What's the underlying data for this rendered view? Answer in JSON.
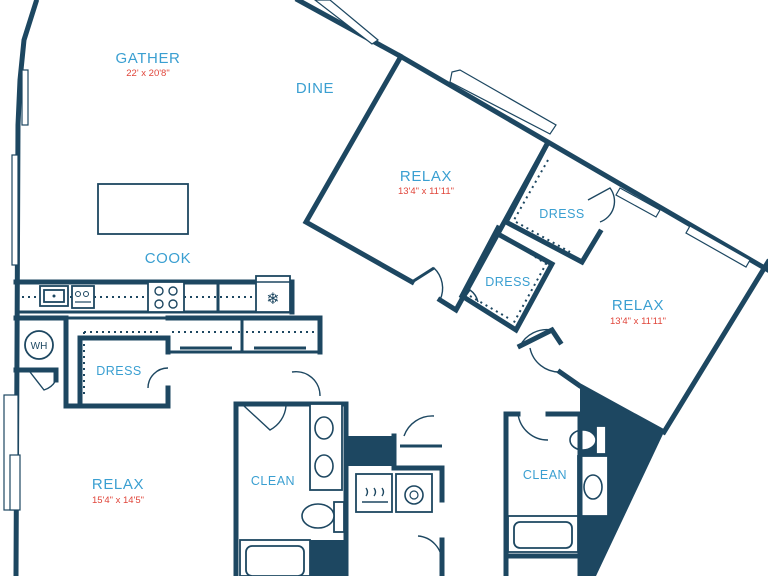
{
  "colors": {
    "wall": "#1d4761",
    "room_label": "#3a9fd1",
    "dimension": "#e0453a",
    "background": "#ffffff"
  },
  "rooms": {
    "gather": {
      "name": "GATHER",
      "dims": "22' x 20'8\""
    },
    "dine": {
      "name": "DINE"
    },
    "cook": {
      "name": "COOK"
    },
    "relax_upper": {
      "name": "RELAX",
      "dims": "13'4\" x 11'11\""
    },
    "dress_upper": {
      "name": "DRESS"
    },
    "dress_middle": {
      "name": "DRESS"
    },
    "relax_right": {
      "name": "RELAX",
      "dims": "13'4\" x 11'11\""
    },
    "dress_left": {
      "name": "DRESS"
    },
    "relax_left": {
      "name": "RELAX",
      "dims": "15'4\" x 14'5\""
    },
    "clean_left": {
      "name": "CLEAN"
    },
    "clean_right": {
      "name": "CLEAN"
    }
  },
  "fixtures": {
    "water_heater": "WH"
  },
  "icons": [
    "sink-icon",
    "stove-icon",
    "refrigerator-icon",
    "washer-icon",
    "dryer-icon",
    "toilet-icon",
    "bathtub-icon",
    "door-swing-icon"
  ]
}
